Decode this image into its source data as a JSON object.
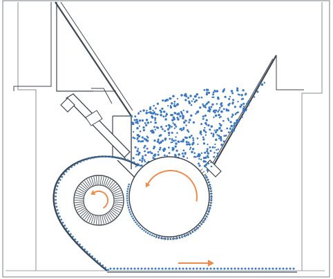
{
  "colors": {
    "frame": "#9aa1a9",
    "line": "#3d4550",
    "light": "#c5cad0",
    "particles": "#3b78c2",
    "arrows": "#f08a4b"
  },
  "icons": {
    "rotation_small_roll": "counterclockwise-arrow",
    "rotation_large_roll": "counterclockwise-arrow",
    "conveyor_direction": "right-arrow"
  }
}
